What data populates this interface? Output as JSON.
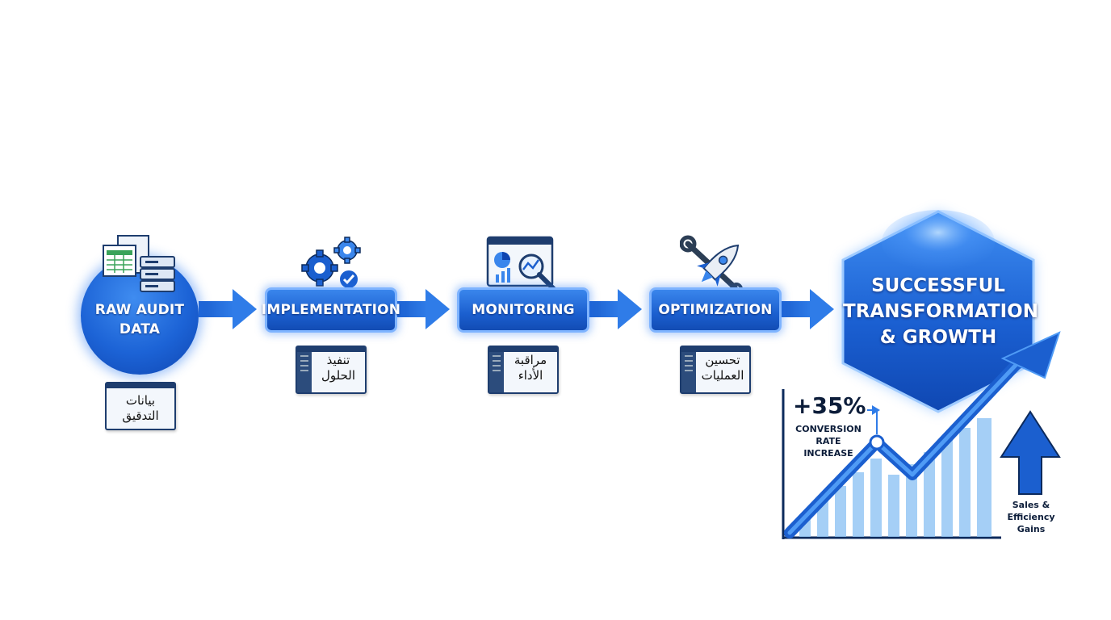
{
  "start": {
    "label_line1": "RAW AUDIT",
    "label_line2": "DATA",
    "arabic_line1": "بيانات",
    "arabic_line2": "التدقيق"
  },
  "steps": [
    {
      "label": "IMPLEMENTATION",
      "arabic_line1": "تنفيذ",
      "arabic_line2": "الحلول"
    },
    {
      "label": "MONITORING",
      "arabic_line1": "مراقبة",
      "arabic_line2": "الأداء"
    },
    {
      "label": "OPTIMIZATION",
      "arabic_line1": "تحسين",
      "arabic_line2": "العمليات"
    }
  ],
  "goal": {
    "line1": "SUCCESSFUL",
    "line2": "TRANSFORMATION",
    "line3": "& GROWTH"
  },
  "growth": {
    "metric_value": "+35%",
    "metric_line1": "CONVERSION",
    "metric_line2": "RATE INCREASE",
    "gain_line1": "Sales &",
    "gain_line2": "Efficiency",
    "gain_line3": "Gains"
  },
  "colors": {
    "primary": "#1b5fcf",
    "accent": "#3a86ec",
    "dark": "#0f45b0",
    "glow": "#7fb4ff",
    "card_border": "#1e3d6e"
  },
  "icons": [
    "spreadsheet-icon",
    "server-icon",
    "gears-check-icon",
    "dashboard-magnifier-icon",
    "wrench-rocket-icon"
  ]
}
